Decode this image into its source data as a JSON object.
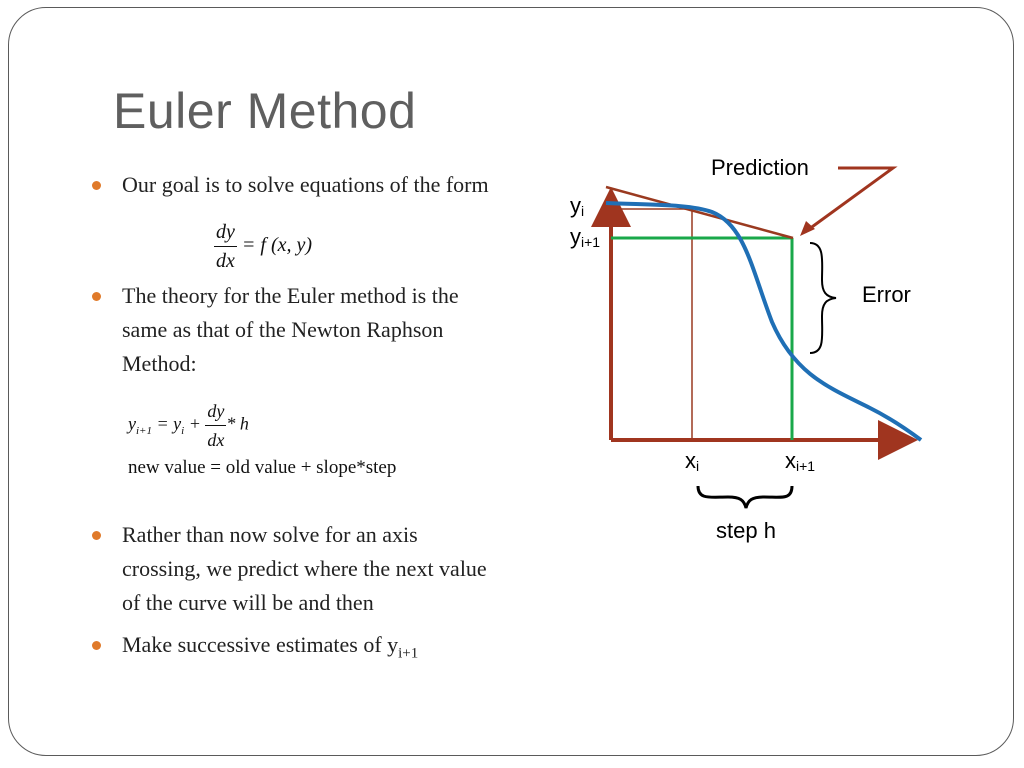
{
  "slide": {
    "title": "Euler Method",
    "bullets": [
      "Our goal is to solve equations of the form",
      "The theory for the Euler method is the same as that of the Newton Raphson Method:",
      "Rather than now solve for  an axis crossing, we predict where the next value of the curve will be and then",
      "Make successive estimates of y"
    ],
    "bullet4_subscript": "i+1",
    "eq1": {
      "num": "dy",
      "den": "dx",
      "rhs": "= f (x, y)"
    },
    "eq2": {
      "lhs": "y",
      "lhs_sub": "i+1",
      "mid": " = y",
      "mid_sub": "i",
      "plus": " +",
      "num": "dy",
      "den": "dx",
      "tail": "* h"
    },
    "caption": "new value = old value + slope*step"
  },
  "diagram": {
    "prediction": "Prediction",
    "error": "Error",
    "step": "step h",
    "yi": "y",
    "yi_sub": "i",
    "yi1": "y",
    "yi1_sub": "i+1",
    "xi": "x",
    "xi_sub": "i",
    "xi1": "x",
    "xi1_sub": "i+1",
    "colors": {
      "axis": "#a0351f",
      "curve": "#1f6fb5",
      "green": "#1aa84a",
      "tangent": "#9a3a20",
      "bullet": "#e07a2a"
    }
  }
}
